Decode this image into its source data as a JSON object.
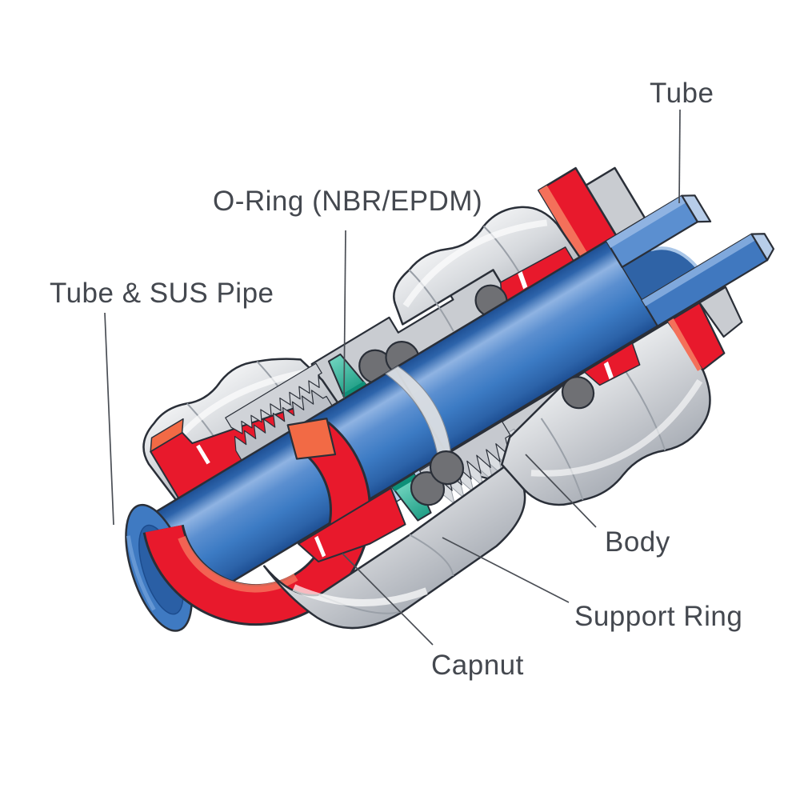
{
  "figure": {
    "labels": {
      "tube": "Tube",
      "oring": "O-Ring (NBR/EPDM)",
      "tube_sus_pipe": "Tube & SUS Pipe",
      "body": "Body",
      "support_ring": "Support Ring",
      "capnut": "Capnut"
    },
    "colors": {
      "tube_blue": "#3c7bc4",
      "tube_blue_dark": "#1d4e92",
      "tube_blue_light": "#8fb3e2",
      "tube_pale": "#b7cde9",
      "bore_blue": "#2a5fa5",
      "metal_light": "#f5f6f7",
      "metal_mid": "#c9ccd1",
      "metal_dark": "#9aa0a8",
      "red": "#e8192c",
      "red_cut": "#f26a45",
      "teal": "#2fbf9f",
      "teal_light": "#7adbc6",
      "teal_dark": "#0e8f78",
      "oring_gray": "#6f7074",
      "outline": "#2a2f38",
      "label_text": "#44484f",
      "leader_line": "#4a4e55"
    }
  }
}
